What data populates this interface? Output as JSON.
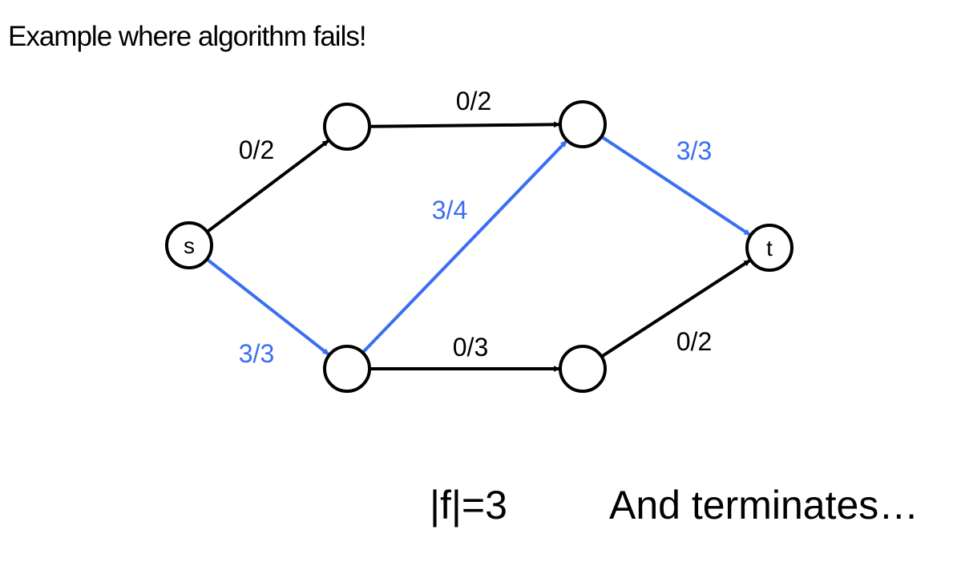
{
  "title": "Example where algorithm fails!",
  "colors": {
    "default": "#000000",
    "highlight": "#3a6ff0"
  },
  "nodes": [
    {
      "id": "s",
      "label": "s"
    },
    {
      "id": "a",
      "label": ""
    },
    {
      "id": "b",
      "label": ""
    },
    {
      "id": "c",
      "label": ""
    },
    {
      "id": "d",
      "label": ""
    },
    {
      "id": "t",
      "label": "t"
    }
  ],
  "edges": [
    {
      "id": "s-a",
      "from": "s",
      "to": "a",
      "label": "0/2",
      "highlighted": false
    },
    {
      "id": "a-b",
      "from": "a",
      "to": "b",
      "label": "0/2",
      "highlighted": false
    },
    {
      "id": "b-t",
      "from": "b",
      "to": "t",
      "label": "3/3",
      "highlighted": true
    },
    {
      "id": "c-b",
      "from": "c",
      "to": "b",
      "label": "3/4",
      "highlighted": true
    },
    {
      "id": "s-c",
      "from": "s",
      "to": "c",
      "label": "3/3",
      "highlighted": true
    },
    {
      "id": "c-d",
      "from": "c",
      "to": "d",
      "label": "0/3",
      "highlighted": false
    },
    {
      "id": "d-t",
      "from": "d",
      "to": "t",
      "label": "0/2",
      "highlighted": false
    }
  ],
  "footer": {
    "flow_value": "|f|=3",
    "status": "And terminates…"
  }
}
